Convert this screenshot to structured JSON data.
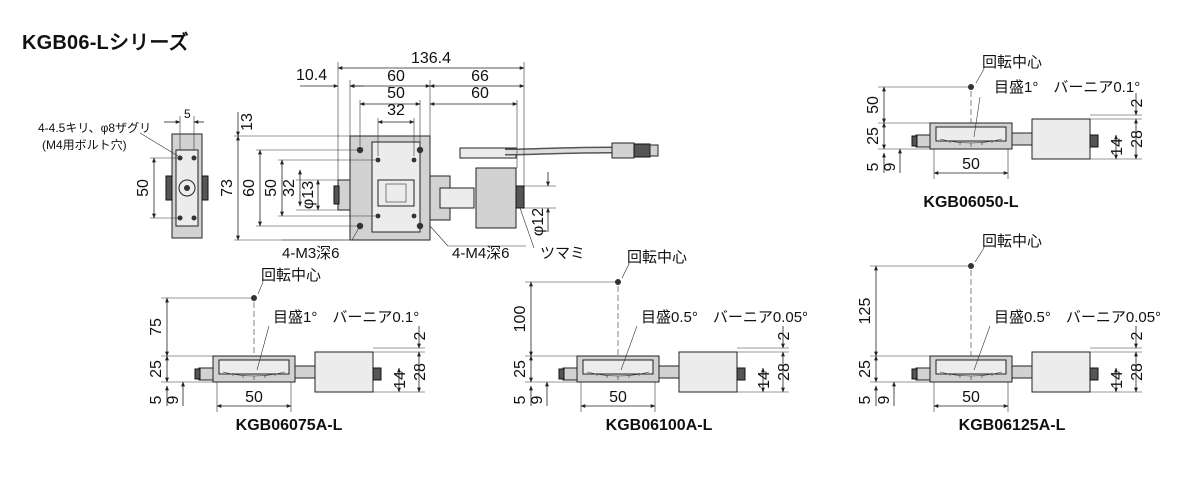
{
  "title": "KGB06-Lシリーズ",
  "main_view": {
    "dims_top": [
      "136.4",
      "10.4",
      "60",
      "66",
      "50",
      "60",
      "32"
    ],
    "dims_left": [
      "13",
      "73",
      "60",
      "50",
      "32",
      "φ13"
    ],
    "dim_knob": "φ12",
    "side_view_dims": [
      "5",
      "50"
    ],
    "notes": {
      "counterbore_line1": "4-4.5キリ、φ8ザグリ",
      "counterbore_line2": "(M4用ボルト穴)",
      "m3": "4-M3深6",
      "m4": "4-M4深6",
      "knob": "ツマミ"
    }
  },
  "variants": [
    {
      "model": "KGB06050-L",
      "height": "50",
      "center": "回転中心",
      "scale": "目盛1°　バーニア0.1°",
      "dims": {
        "d2": "2",
        "d25": "25",
        "d5": "5",
        "d9": "9",
        "d50": "50",
        "d14": "14",
        "d28": "28"
      }
    },
    {
      "model": "KGB06075A-L",
      "height": "75",
      "center": "回転中心",
      "scale": "目盛1°　バーニア0.1°",
      "dims": {
        "d2": "2",
        "d25": "25",
        "d5": "5",
        "d9": "9",
        "d50": "50",
        "d14": "14",
        "d28": "28"
      }
    },
    {
      "model": "KGB06100A-L",
      "height": "100",
      "center": "回転中心",
      "scale": "目盛0.5°　バーニア0.05°",
      "dims": {
        "d2": "2",
        "d25": "25",
        "d5": "5",
        "d9": "9",
        "d50": "50",
        "d14": "14",
        "d28": "28"
      }
    },
    {
      "model": "KGB06125A-L",
      "height": "125",
      "center": "回転中心",
      "scale": "目盛0.5°　バーニア0.05°",
      "dims": {
        "d2": "2",
        "d25": "25",
        "d5": "5",
        "d9": "9",
        "d50": "50",
        "d14": "14",
        "d28": "28"
      }
    }
  ]
}
